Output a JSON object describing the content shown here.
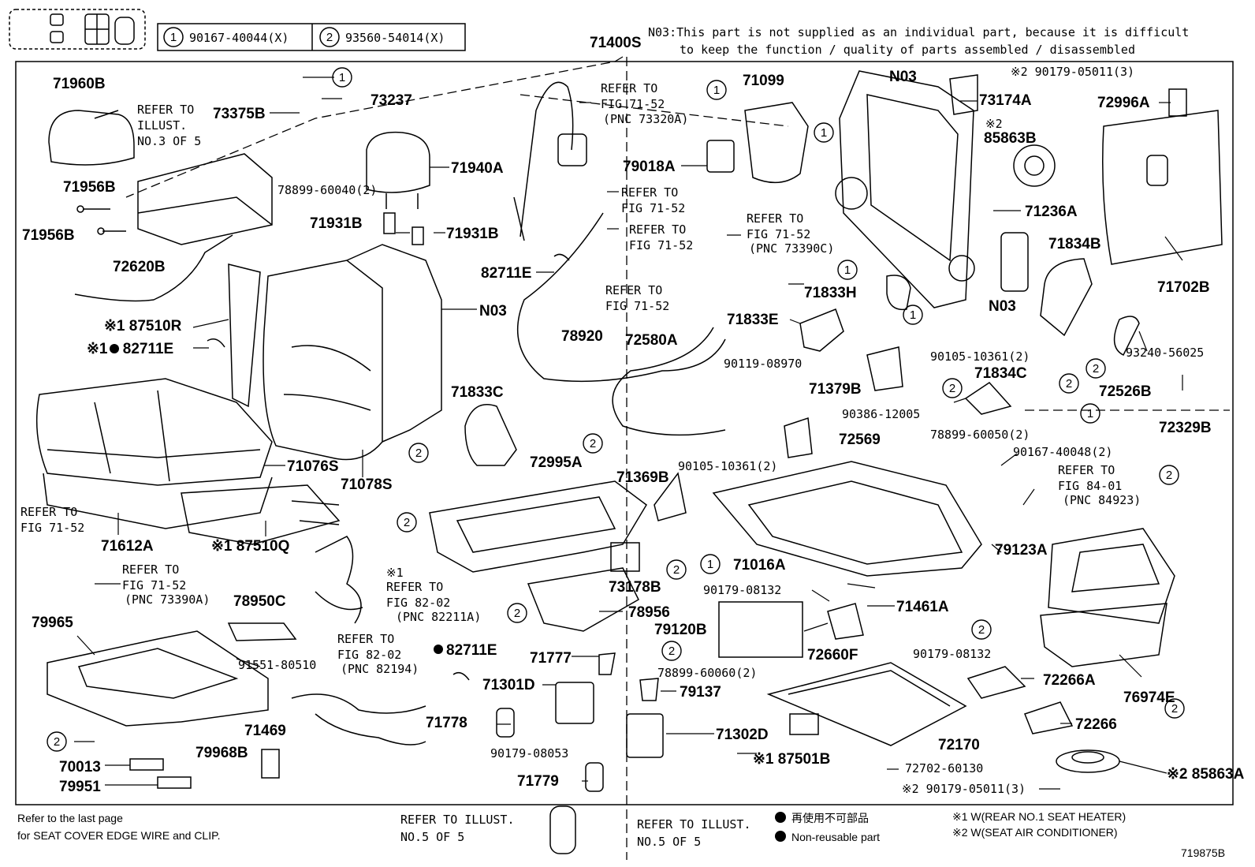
{
  "header": {
    "key_1": "1",
    "key_1_part": "90167-40044(X)",
    "key_2": "2",
    "key_2_part": "93560-54014(X)",
    "assembly": "71400S",
    "note_line1": "N03:This part is not supplied as an individual part, because it is difficult",
    "note_line2": "to keep the function / quality of parts assembled / disassembled"
  },
  "labels": {
    "p71960B": "71960B",
    "refer_illust_1": "REFER TO",
    "refer_illust_2": "ILLUST.",
    "refer_illust_3": "NO.3 OF 5",
    "p73375B": "73375B",
    "p73237": "73237",
    "p71956B_a": "71956B",
    "p71956B_b": "71956B",
    "p78899_60040": "78899-60040(2)",
    "p71940A": "71940A",
    "p71931B_a": "71931B",
    "p71931B_b": "71931B",
    "p72620B": "72620B",
    "p87510R": "87510R",
    "p82711E_a": "82711E",
    "pN03_a": "N03",
    "p71076S": "71076S",
    "p71078S": "71078S",
    "p71612A": "71612A",
    "p87510Q": "87510Q",
    "ref_7152_a1": "REFER TO",
    "ref_7152_a2": "FIG 71-52",
    "ref_7152_b1": "REFER TO",
    "ref_7152_b2": "FIG 71-52",
    "pnc_73390A": "(PNC 73390A)",
    "p78950C": "78950C",
    "p79965": "79965",
    "p91551": "91551-80510",
    "ref_8202_a0": "※1",
    "ref_8202_a1": "REFER TO",
    "ref_8202_a2": "FIG 82-02",
    "pnc_82211A": "(PNC 82211A)",
    "ref_8202_b1": "REFER TO",
    "ref_8202_b2": "FIG 82-02",
    "pnc_82194": "(PNC 82194)",
    "p82711E_b": "82711E",
    "p71469": "71469",
    "p79968B": "79968B",
    "p70013": "70013",
    "p79951": "79951",
    "ref_7152_c1": "REFER TO",
    "ref_7152_c2": "FIG 71-52",
    "pnc_73320A": "(PNC 73320A)",
    "ref_7152_d1": "REFER TO",
    "ref_7152_d2": "FIG 71-52",
    "ref_7152_e1": "REFER TO",
    "ref_7152_e2": "FIG 71-52",
    "p82711E_c": "82711E",
    "ref_7152_f1": "REFER TO",
    "ref_7152_f2": "FIG 71-52",
    "p78920": "78920",
    "p72580A": "72580A",
    "p71833C": "71833C",
    "p72995A": "72995A",
    "p71369B": "71369B",
    "p73178B": "73178B",
    "p78956": "78956",
    "p71777": "71777",
    "p71301D": "71301D",
    "p71778": "71778",
    "p90179_08053": "90179-08053",
    "p71779": "71779",
    "p79137": "79137",
    "p71302D": "71302D",
    "p71099": "71099",
    "p79018A": "79018A",
    "ref_7152_g1": "REFER TO",
    "ref_7152_g2": "FIG 71-52",
    "pnc_73390C": "(PNC 73390C)",
    "pN03_b": "N03",
    "pN03_c": "N03",
    "p71833H": "71833H",
    "p71833E": "71833E",
    "p90119_08970": "90119-08970",
    "p71379B": "71379B",
    "p90105_a": "90105-10361(2)",
    "p72569": "72569",
    "p90386": "90386-12005",
    "p90105_b": "90105-10361(2)",
    "p71016A": "71016A",
    "p90179_08132_a": "90179-08132",
    "p79120B": "79120B",
    "p71461A": "71461A",
    "p72660F": "72660F",
    "p78899_60060": "78899-60060(2)",
    "p90179_08132_b": "90179-08132",
    "p87501B": "87501B",
    "p72702": "72702-60130",
    "p72170": "72170",
    "p90179_05011_a": "90179-05011(3)",
    "p73174A": "73174A",
    "p90179_05011_b": "90179-05011(3)",
    "p72996A": "72996A",
    "p85863B": "85863B",
    "p71236A": "71236A",
    "p71702B": "71702B",
    "p71834B": "71834B",
    "p71834C": "71834C",
    "p93240": "93240-56025",
    "p72526B": "72526B",
    "p72329B": "72329B",
    "p78899_60050": "78899-60050(2)",
    "p90167_40048": "90167-40048(2)",
    "ref_8401_1": "REFER TO",
    "ref_8401_2": "FIG 84-01",
    "pnc_84923": "(PNC 84923)",
    "p79123A": "79123A",
    "p72266A": "72266A",
    "p76974E": "76974E",
    "p72266": "72266",
    "p85863A": "85863A"
  },
  "footer": {
    "left1": "Refer to the last page",
    "left2": "for SEAT COVER EDGE WIRE and CLIP.",
    "mid_a1": "REFER TO ILLUST.",
    "mid_a2": "NO.5 OF 5",
    "mid_b1": "REFER TO ILLUST.",
    "mid_b2": "NO.5 OF 5",
    "legend_jp": "再使用不可部品",
    "legend_en": "Non-reusable part",
    "note1": "※1 W(REAR NO.1 SEAT HEATER)",
    "note2": "※2 W(SEAT AIR CONDITIONER)",
    "drawing_no": "719875B"
  }
}
